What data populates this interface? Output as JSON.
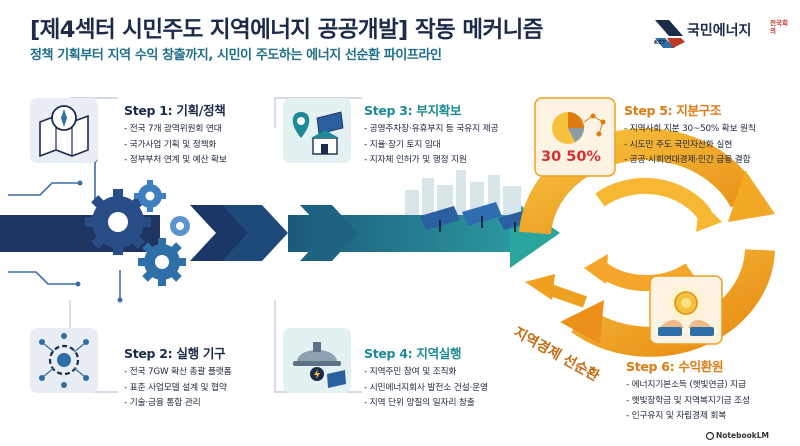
{
  "header": {
    "title": "[제4섹터 시민주도 지역에너지 공공개발] 작동 메커니즘",
    "subtitle": "정책 기획부터 지역 수익 창출까지, 시민이 주도하는 에너지 선순환 파이프라인"
  },
  "logo": {
    "name": "국민에너지",
    "sub": "전국회의",
    "mark": "KET"
  },
  "steps": [
    {
      "title": "Step 1: 기획/정책",
      "items": [
        "전국 7개 광역위원회 연대",
        "국가사업 기획 및 정책화",
        "정부부처 연계 및 예산 확보"
      ],
      "icon": "compass-map-icon"
    },
    {
      "title": "Step 2: 실행 기구",
      "items": [
        "전국 7GW 확산 총괄 플랫폼",
        "표준 사업모델 설계 및 협약",
        "기술·금융 통합 관리"
      ],
      "icon": "gear-network-icon"
    },
    {
      "title": "Step 3: 부지확보",
      "items": [
        "공영주차장·유휴부지 등 국유지 제공",
        "지율·장기 토지 임대",
        "지자체 인허가 및 행정 지원"
      ],
      "icon": "map-pin-solar-icon"
    },
    {
      "title": "Step 4: 지역실행",
      "items": [
        "지역주민 참여 및 조직화",
        "시민에너지회사 발전소 건설·운영",
        "지역 단위 양질의 일자리 창출"
      ],
      "icon": "hardhat-solar-icon"
    },
    {
      "title": "Step 5: 지분구조",
      "items": [
        "지역사회 지분 30~50% 확보 원칙",
        "시도민 주도 국민자산화 실현",
        "공공·시회연대경제·민간 금융 결합"
      ],
      "icon": "pie-chart-icon",
      "badge": "30 50%"
    },
    {
      "title": "Step 6: 수익환원",
      "items": [
        "에너지기본소득 (햇빛연금) 지급",
        "햇빛장학금 및 지역복지기금 조성",
        "인구유지 및 자립경제 회복"
      ],
      "icon": "hands-coin-icon"
    }
  ],
  "cycle_label": "지역경제 선순환",
  "footer": {
    "brand": "NotebookLM"
  },
  "colors": {
    "navy": "#1c2b4a",
    "teal": "#1d8a95",
    "orange": "#f0a020",
    "red": "#d93030"
  }
}
